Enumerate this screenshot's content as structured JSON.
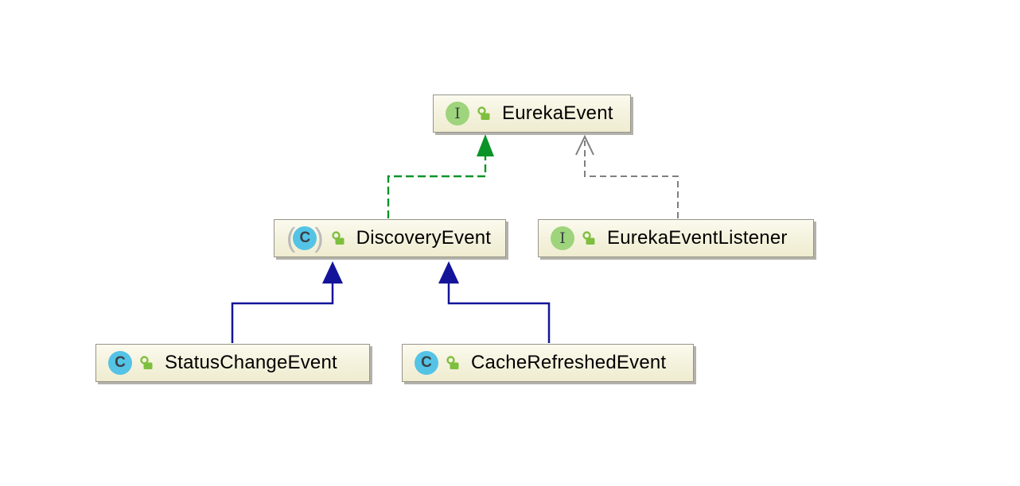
{
  "diagram": {
    "kind": "uml-class-diagram",
    "nodes": {
      "eureka_event": {
        "label": "EurekaEvent",
        "type": "interface",
        "icon_letter": "I",
        "visibility": "public"
      },
      "discovery_event": {
        "label": "DiscoveryEvent",
        "type": "abstract-class",
        "icon_letter": "C",
        "paren_open": "(",
        "paren_close": ")",
        "visibility": "public"
      },
      "eureka_event_listener": {
        "label": "EurekaEventListener",
        "type": "interface",
        "icon_letter": "I",
        "visibility": "public"
      },
      "status_change_event": {
        "label": "StatusChangeEvent",
        "type": "class",
        "icon_letter": "C",
        "visibility": "public"
      },
      "cache_refreshed_event": {
        "label": "CacheRefreshedEvent",
        "type": "class",
        "icon_letter": "C",
        "visibility": "public"
      }
    },
    "edges": [
      {
        "from": "DiscoveryEvent",
        "to": "EurekaEvent",
        "relation": "implements",
        "line": "dashed",
        "arrow": "filled-triangle",
        "color": "#0a9428"
      },
      {
        "from": "EurekaEventListener",
        "to": "EurekaEvent",
        "relation": "dependency",
        "line": "dashed",
        "arrow": "open",
        "color": "#7f7f7f"
      },
      {
        "from": "StatusChangeEvent",
        "to": "DiscoveryEvent",
        "relation": "extends",
        "line": "solid",
        "arrow": "filled-triangle",
        "color": "#14149b"
      },
      {
        "from": "CacheRefreshedEvent",
        "to": "DiscoveryEvent",
        "relation": "extends",
        "line": "solid",
        "arrow": "filled-triangle",
        "color": "#14149b"
      }
    ],
    "colors": {
      "implements_green": "#0a9428",
      "extends_navy": "#14149b",
      "dependency_gray": "#7f7f7f",
      "node_fill_top": "#fbfaee",
      "node_fill_bottom": "#efecd0",
      "node_border": "#97948a",
      "node_shadow": "#b3b2ab",
      "interface_icon_green": "#9ed47c",
      "class_icon_cyan": "#54c3e6",
      "lock_green": "#7fbf3f",
      "background": "#ffffff"
    }
  }
}
